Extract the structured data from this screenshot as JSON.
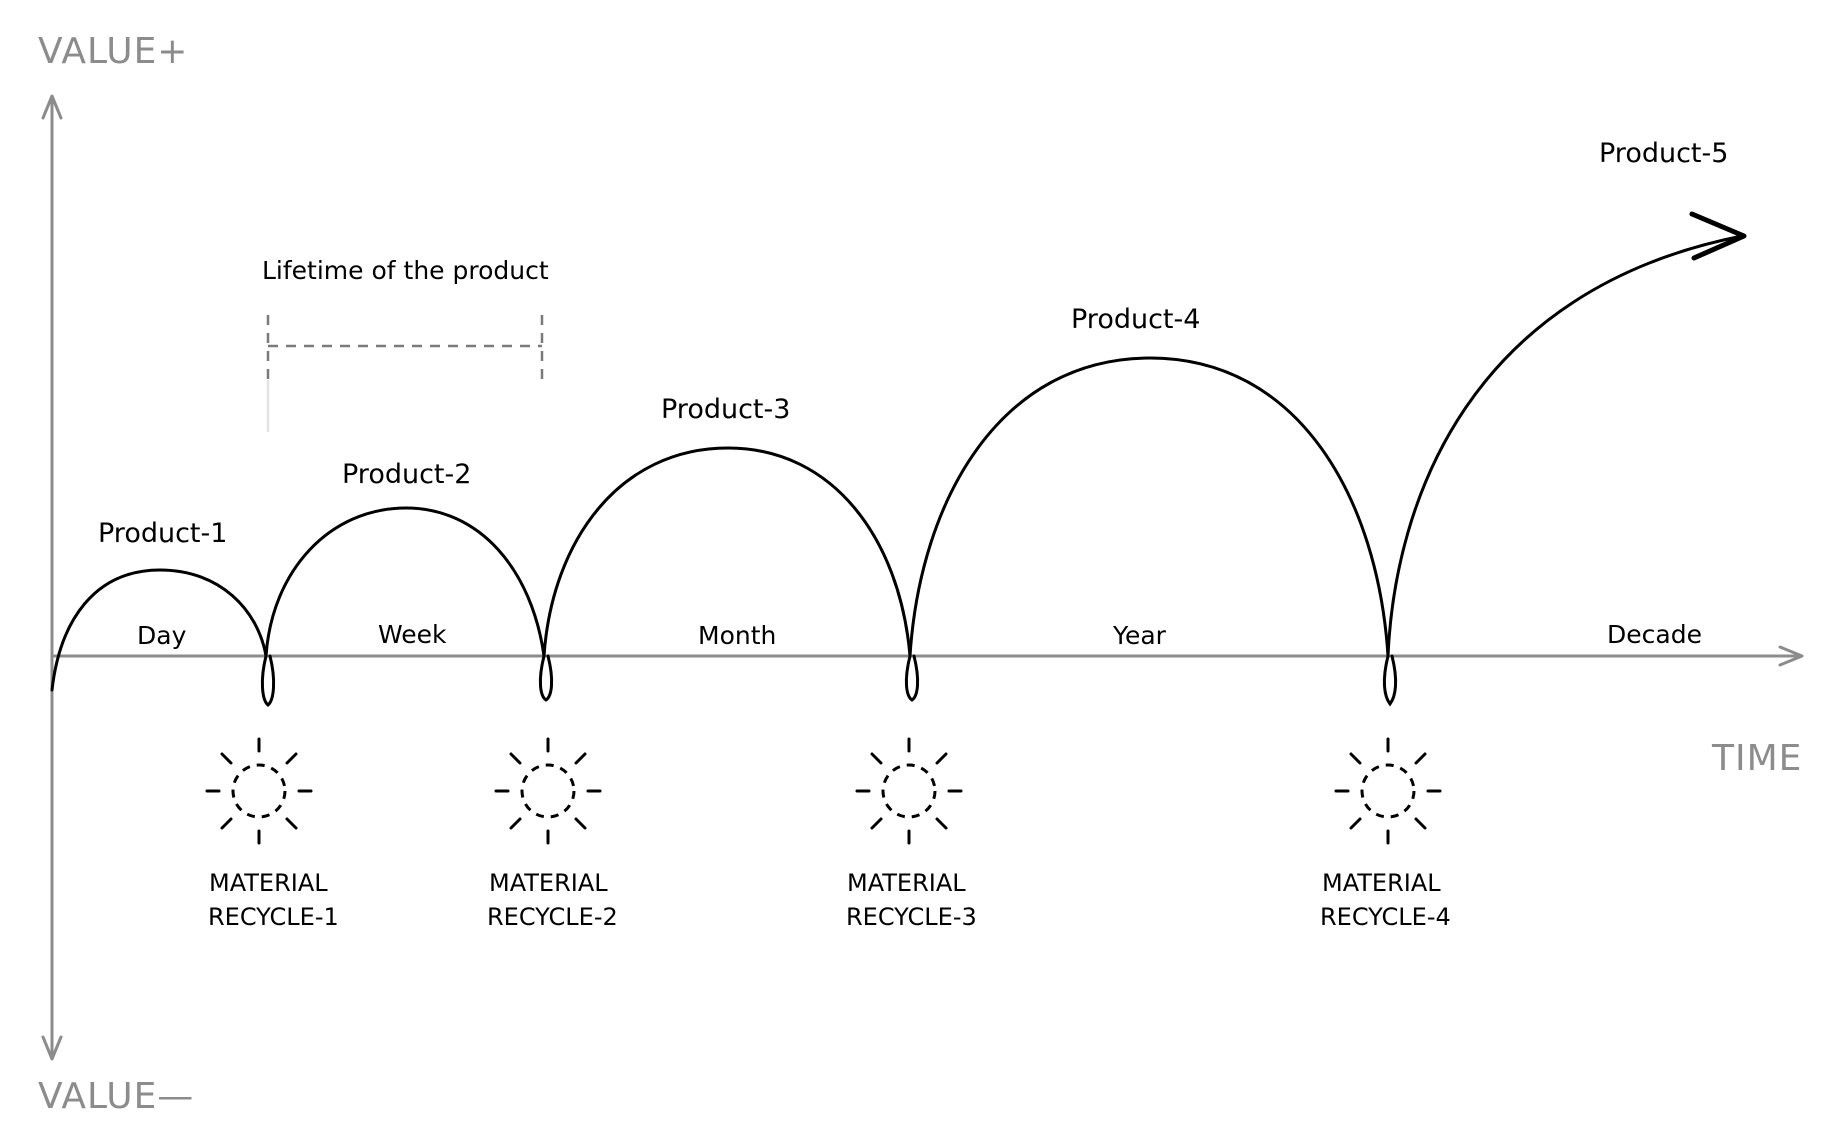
{
  "axes": {
    "y_top_label": "VALUE+",
    "y_bottom_label": "VALUE—",
    "x_label": "TIME"
  },
  "lifetime": {
    "label": "Lifetime of the product"
  },
  "products": [
    {
      "label": "Product-1",
      "period": "Day"
    },
    {
      "label": "Product-2",
      "period": "Week"
    },
    {
      "label": "Product-3",
      "period": "Month"
    },
    {
      "label": "Product-4",
      "period": "Year"
    },
    {
      "label": "Product-5",
      "period": "Decade"
    }
  ],
  "recycles": [
    {
      "line1": "MATERIAL",
      "line2": "RECYCLE-1"
    },
    {
      "line1": "MATERIAL",
      "line2": "RECYCLE-2"
    },
    {
      "line1": "MATERIAL",
      "line2": "RECYCLE-3"
    },
    {
      "line1": "MATERIAL",
      "line2": "RECYCLE-4"
    }
  ],
  "colors": {
    "axis": "#8c8c8c",
    "curve": "#000000",
    "dashed": "#7a7a7a"
  }
}
